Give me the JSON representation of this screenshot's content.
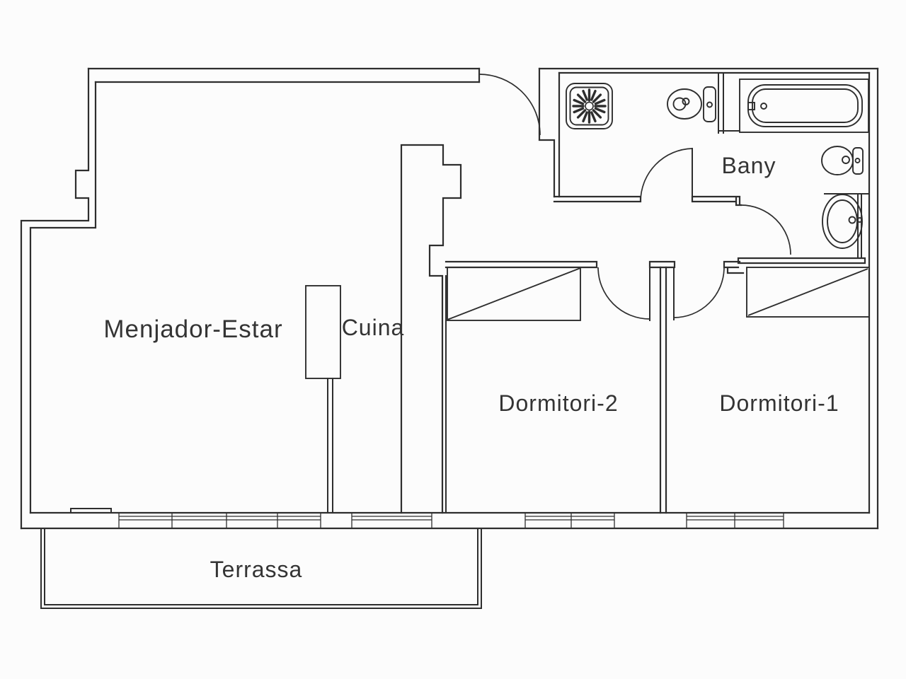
{
  "plan": {
    "background_color": "#fcfcfc",
    "line_color": "#2e2e2e",
    "text_color": "#343434"
  },
  "rooms": [
    {
      "name": "menjador-estar",
      "label": "Menjador-Estar"
    },
    {
      "name": "cuina",
      "label": "Cuina"
    },
    {
      "name": "bany",
      "label": "Bany"
    },
    {
      "name": "dormitori-2",
      "label": "Dormitori-2"
    },
    {
      "name": "dormitori-1",
      "label": "Dormitori-1"
    },
    {
      "name": "terrassa",
      "label": "Terrassa"
    }
  ],
  "fixtures": [
    {
      "name": "shower-icon",
      "room": "bany"
    },
    {
      "name": "toilet-icon",
      "room": "bany"
    },
    {
      "name": "bathtub-icon",
      "room": "bany"
    },
    {
      "name": "bidet-icon",
      "room": "bany"
    },
    {
      "name": "washbasin-icon",
      "room": "bany"
    },
    {
      "name": "kitchen-counter",
      "room": "cuina"
    },
    {
      "name": "wardrobe-icon",
      "room": "dormitori-2"
    },
    {
      "name": "wardrobe-icon",
      "room": "dormitori-1"
    }
  ]
}
